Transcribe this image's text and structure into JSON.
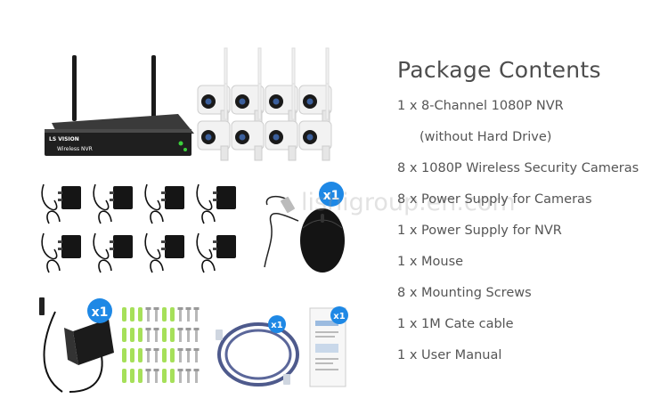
{
  "heading": "Package Contents",
  "items": [
    "1 x 8-Channel 1080P NVR",
    "(without Hard Drive)",
    "8 x 1080P Wireless Security Cameras",
    "8 x Power Supply for Cameras",
    "1 x Power Supply for NVR",
    "1 x Mouse",
    "8 x Mounting Screws",
    "1 x 1M Cate cable",
    "1 x User Manual"
  ],
  "nvr": {
    "brand": "LS VISION",
    "label": "Wireless NVR"
  },
  "badges": {
    "mouse": "x1",
    "nvr_power": "x1",
    "cable": "x1",
    "manual": "x1"
  },
  "watermark": "lishigroup.en.com",
  "colors": {
    "badge": "#1e88e5",
    "nvr_body": "#222222",
    "camera": "#f2f2f2",
    "screw_anchor": "#a6e05a",
    "cable": "#4e5a8c"
  },
  "icons": [
    "nvr-recorder",
    "wifi-camera",
    "power-adapter",
    "usb-mouse",
    "screw-kit",
    "ethernet-cable",
    "user-manual"
  ]
}
